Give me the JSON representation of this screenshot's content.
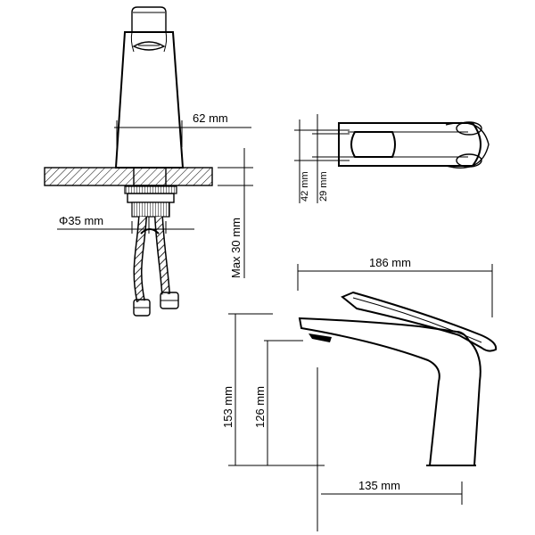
{
  "dimensions": {
    "body_width": "62 mm",
    "nut_diameter": "Φ35 mm",
    "max_thickness": "Max 30 mm",
    "plan_42": "42 mm",
    "plan_29": "29 mm",
    "spout_reach": "186 mm",
    "total_height": "153 mm",
    "outlet_height": "126 mm",
    "base_reach": "135 mm"
  },
  "colors": {
    "line": "#000000",
    "background": "#ffffff"
  }
}
